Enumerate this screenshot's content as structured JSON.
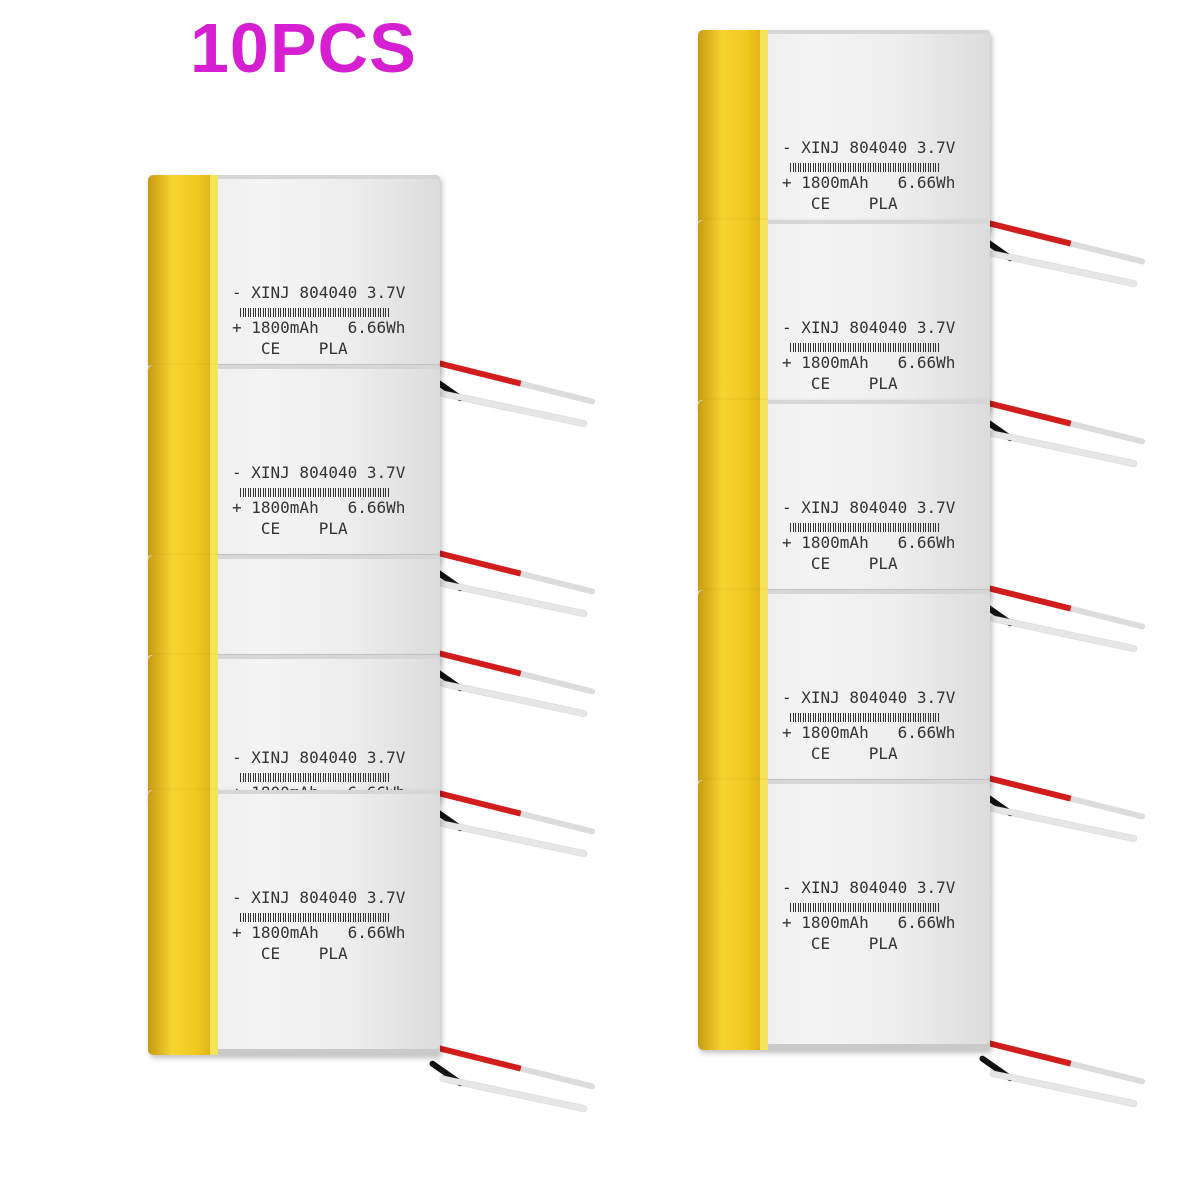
{
  "title": "10PCS",
  "colors": {
    "title": "#d61fd0",
    "tab_yellow": "#f1c71f",
    "red_wire": "#d21d1d"
  },
  "battery_label": {
    "line1": "- XINJ 804040 3.7V",
    "line2": "+ 1800mAh   6.66Wh",
    "line3": "   CE    PLA"
  }
}
